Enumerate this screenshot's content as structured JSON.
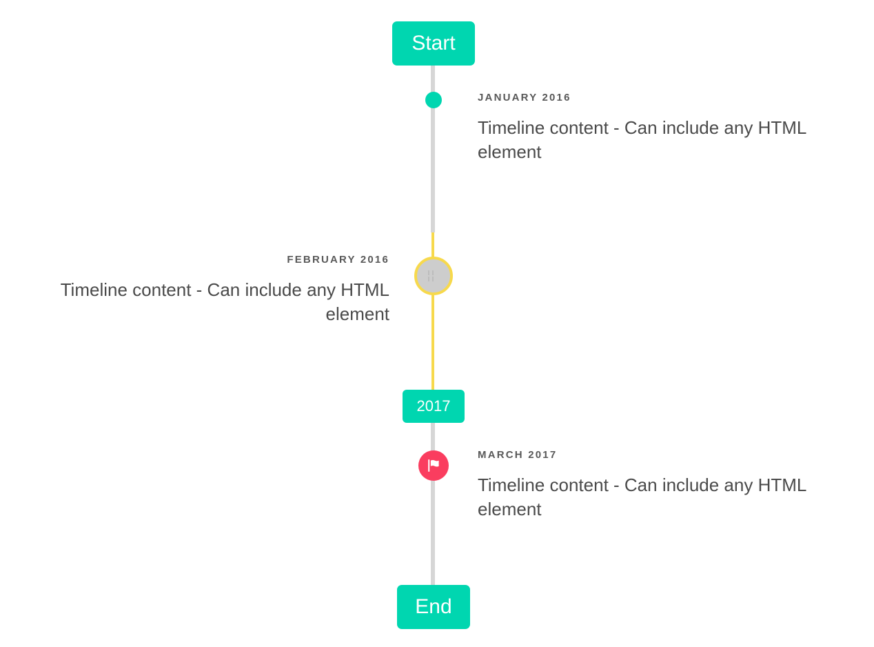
{
  "timeline": {
    "accent_color": "#00d6b0",
    "line_color": "#d6d6d6",
    "highlight_line_color": "#f7d94c",
    "marker_alert_color": "#fa3d5f",
    "background_color": "#ffffff",
    "start_badge": {
      "label": "Start",
      "icon": "none"
    },
    "end_badge": {
      "label": "End",
      "icon": "none"
    },
    "year_badge": {
      "label": "2017"
    },
    "entries": [
      {
        "id": "january-2016",
        "date": "JANUARY 2016",
        "body": "Timeline content - Can include any HTML element",
        "side": "right",
        "marker_icon": "dot-icon",
        "marker_color": "#00d6b0"
      },
      {
        "id": "february-2016",
        "date": "FEBRUARY 2016",
        "body": "Timeline content - Can include any HTML element",
        "side": "left",
        "marker_icon": "missing-glyph-icon",
        "marker_color": "#cdcdcd",
        "marker_border_color": "#f7d94c"
      },
      {
        "id": "march-2017",
        "date": "MARCH 2017",
        "body": "Timeline content - Can include any HTML element",
        "side": "right",
        "marker_icon": "flag-icon",
        "marker_color": "#fa3d5f"
      }
    ]
  }
}
